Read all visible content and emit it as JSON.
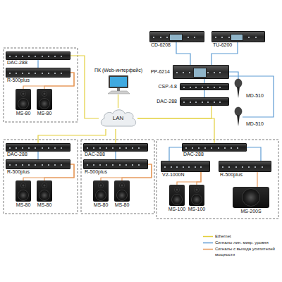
{
  "diagram": {
    "nodes": [
      {
        "text": [
          "CD-6208"
        ]
      },
      {
        "text": [
          "TU-6200"
        ]
      },
      {
        "text": [
          "ПК (Web-интерфейс)"
        ]
      },
      {
        "text": [
          "PP-6214"
        ]
      },
      {
        "text": [
          "MD-510"
        ]
      },
      {
        "text": [
          "CSP-4.8"
        ]
      },
      {
        "text": [
          "DAC-288"
        ]
      },
      {
        "text": [
          "MD-510"
        ]
      },
      {
        "text": [
          "LAN"
        ]
      },
      {
        "text": [
          "DAC-288"
        ]
      },
      {
        "text": [
          "R-500plus"
        ]
      },
      {
        "text": [
          "MS-80"
        ]
      },
      {
        "text": [
          "MS-80"
        ]
      },
      {
        "text": [
          "DAC-288"
        ]
      },
      {
        "text": [
          "R-500plus"
        ]
      },
      {
        "text": [
          "MS-80"
        ]
      },
      {
        "text": [
          "MS-80"
        ]
      },
      {
        "text": [
          "DAC-288"
        ]
      },
      {
        "text": [
          "R-500plus"
        ]
      },
      {
        "text": [
          "MS-80"
        ]
      },
      {
        "text": [
          "MS-80"
        ]
      },
      {
        "text": [
          "DAC-288"
        ]
      },
      {
        "text": [
          "V2-1000N"
        ]
      },
      {
        "text": [
          "R-500plus"
        ]
      },
      {
        "text": [
          "MS-100"
        ]
      },
      {
        "text": [
          "MS-100"
        ]
      },
      {
        "text": [
          "MS-200S"
        ]
      }
    ],
    "edges": [
      {
        "from": 2,
        "to": 8,
        "arrow": "none"
      },
      {
        "from": 8,
        "to": 9,
        "arrow": "none"
      },
      {
        "from": 8,
        "to": 13,
        "arrow": "none"
      },
      {
        "from": 8,
        "to": 17,
        "arrow": "none"
      },
      {
        "from": 8,
        "to": 21,
        "arrow": "none"
      },
      {
        "from": 8,
        "to": 6,
        "arrow": "none"
      },
      {
        "from": 0,
        "to": 3,
        "arrow": "none"
      },
      {
        "from": 1,
        "to": 3,
        "arrow": "none"
      },
      {
        "from": 4,
        "to": 3,
        "arrow": "none"
      },
      {
        "from": 7,
        "to": 3,
        "arrow": "none"
      },
      {
        "from": 3,
        "to": 5,
        "arrow": "none"
      },
      {
        "from": 5,
        "to": 6,
        "arrow": "none"
      },
      {
        "from": 9,
        "to": 10,
        "arrow": "none"
      },
      {
        "from": 13,
        "to": 14,
        "arrow": "none"
      },
      {
        "from": 17,
        "to": 18,
        "arrow": "none"
      },
      {
        "from": 21,
        "to": 22,
        "arrow": "none"
      },
      {
        "from": 21,
        "to": 23,
        "arrow": "none"
      },
      {
        "from": 10,
        "to": 11,
        "arrow": "none"
      },
      {
        "from": 10,
        "to": 12,
        "arrow": "none"
      },
      {
        "from": 14,
        "to": 15,
        "arrow": "none"
      },
      {
        "from": 14,
        "to": 16,
        "arrow": "none"
      },
      {
        "from": 18,
        "to": 19,
        "arrow": "none"
      },
      {
        "from": 18,
        "to": 20,
        "arrow": "none"
      },
      {
        "from": 22,
        "to": 24,
        "arrow": "none"
      },
      {
        "from": 22,
        "to": 25,
        "arrow": "none"
      },
      {
        "from": 23,
        "to": 26,
        "arrow": "none"
      }
    ],
    "legend": [
      {
        "text": "Ethernet"
      },
      {
        "text": "Сигналы лин. микр. уровня"
      },
      {
        "text": "Сигналы с выхода усилителей мощности"
      }
    ]
  }
}
